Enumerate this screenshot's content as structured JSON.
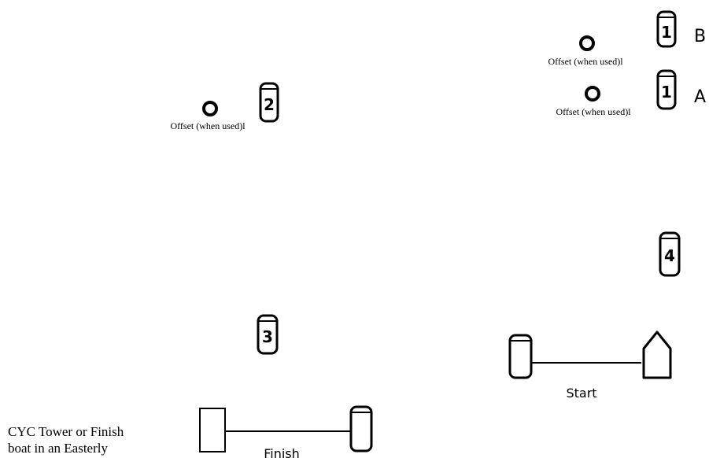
{
  "marks": {
    "mark_1b": {
      "number": "1",
      "label": "B"
    },
    "mark_1a": {
      "number": "1",
      "label": "A"
    },
    "mark_2": {
      "number": "2"
    },
    "mark_3": {
      "number": "3"
    },
    "mark_4": {
      "number": "4"
    }
  },
  "offsets": {
    "offset_b": "Offset (when used)l",
    "offset_a": "Offset (when used)l",
    "offset_2": "Offset (when used)l"
  },
  "lines": {
    "start_label": "Start",
    "finish_label": "Finish"
  },
  "notes": {
    "tower_note": "CYC Tower or Finish\nboat in an Easterly"
  }
}
